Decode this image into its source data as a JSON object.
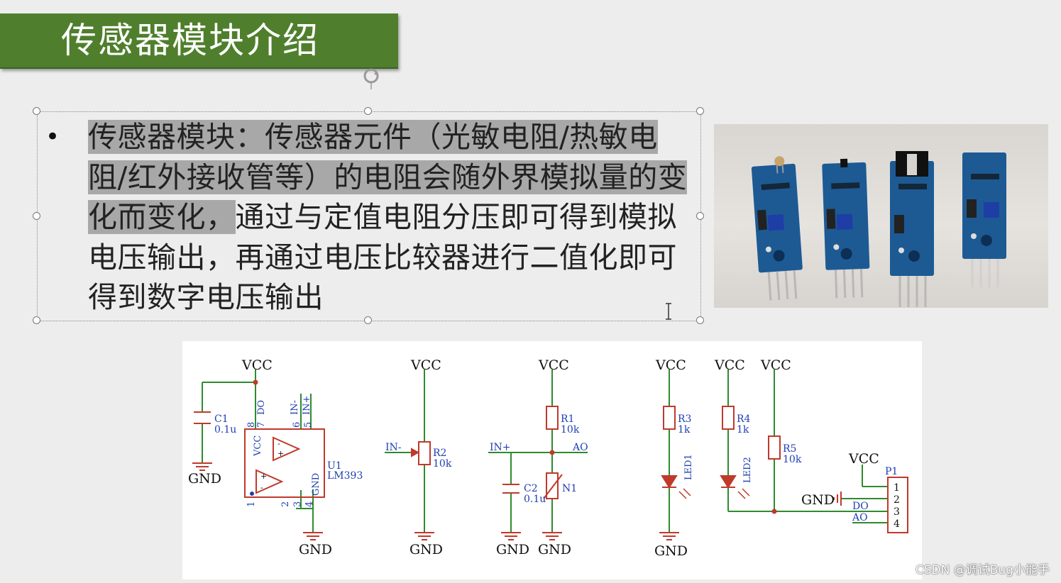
{
  "slide": {
    "title": "传感器模块介绍",
    "body_highlighted": "传感器模块：传感器元件（光敏电阻/热敏电阻/红外接收管等）的电阻会随外界模拟量的变化而变化，",
    "body_normal": "通过与定值电阻分压即可得到模拟电压输出，再通过电压比较器进行二值化即可得到数字电压输出",
    "bullet": "•"
  },
  "photo": {
    "description_icon": "sensor-modules-photo"
  },
  "schematic": {
    "labels": {
      "vcc": "VCC",
      "gnd": "GND",
      "c1": "C1",
      "c1_value": "0.1u",
      "u1": "U1",
      "u1_part": "LM393",
      "do": "DO",
      "in_minus": "IN-",
      "in_plus": "IN+",
      "pin_vcc": "VCC",
      "pin_gnd": "GND",
      "pin8": "8",
      "pin7": "7",
      "pin6": "6",
      "pin5": "5",
      "pin1": "1",
      "pin2": "2",
      "pin3": "3",
      "pin4": "4",
      "r2": "R2",
      "r2_value": "10k",
      "r1": "R1",
      "r1_value": "10k",
      "c2": "C2",
      "c2_value": "0.1u",
      "n1": "N1",
      "ao": "AO",
      "r3": "R3",
      "r3_value": "1k",
      "r4": "R4",
      "r4_value": "1k",
      "r5": "R5",
      "r5_value": "10k",
      "led1": "LED1",
      "led2": "LED2",
      "p1": "P1",
      "p1_pin1": "1",
      "p1_pin2": "2",
      "p1_pin3": "3",
      "p1_pin4": "4"
    }
  },
  "watermark": "CSDN @调试Bug小能手",
  "colors": {
    "title_bg": "#4f7f2c",
    "wire": "#2e8b2e",
    "component": "#c0392b",
    "label": "#1f3fb0",
    "text_black": "#111111",
    "highlight": "#a8a8a8"
  }
}
